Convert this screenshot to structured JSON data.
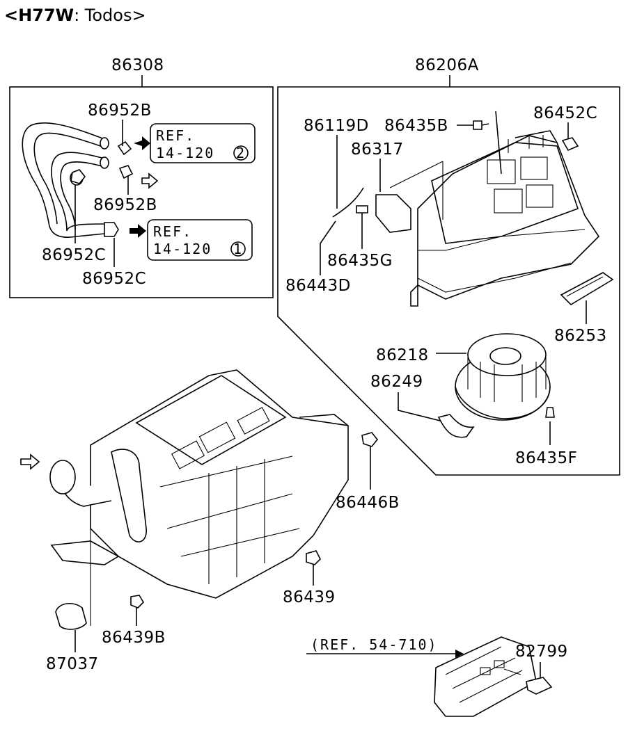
{
  "header": {
    "title_prefix": "<H77W",
    "title_suffix": ": Todos>"
  },
  "group_labels": {
    "hose_group": "86308",
    "unit_group": "86206A"
  },
  "ref_boxes": {
    "ref1_line1": "REF.",
    "ref1_line2": "14-120",
    "ref1_circle": "2",
    "ref2_line1": "REF.",
    "ref2_line2": "14-120",
    "ref2_circle": "1",
    "ref3": "(REF. 54-710)"
  },
  "part_labels": {
    "p86952B_top": "86952B",
    "p86952B_bottom": "86952B",
    "p86952C_left": "86952C",
    "p86952C_bottom": "86952C",
    "p86119D": "86119D",
    "p86435B": "86435B",
    "p86452C": "86452C",
    "p86317": "86317",
    "p86435G": "86435G",
    "p86443D": "86443D",
    "p86253": "86253",
    "p86218": "86218",
    "p86249": "86249",
    "p86435F": "86435F",
    "p86446B": "86446B",
    "p86439": "86439",
    "p86439B": "86439B",
    "p87037": "87037",
    "p82799": "82799"
  }
}
